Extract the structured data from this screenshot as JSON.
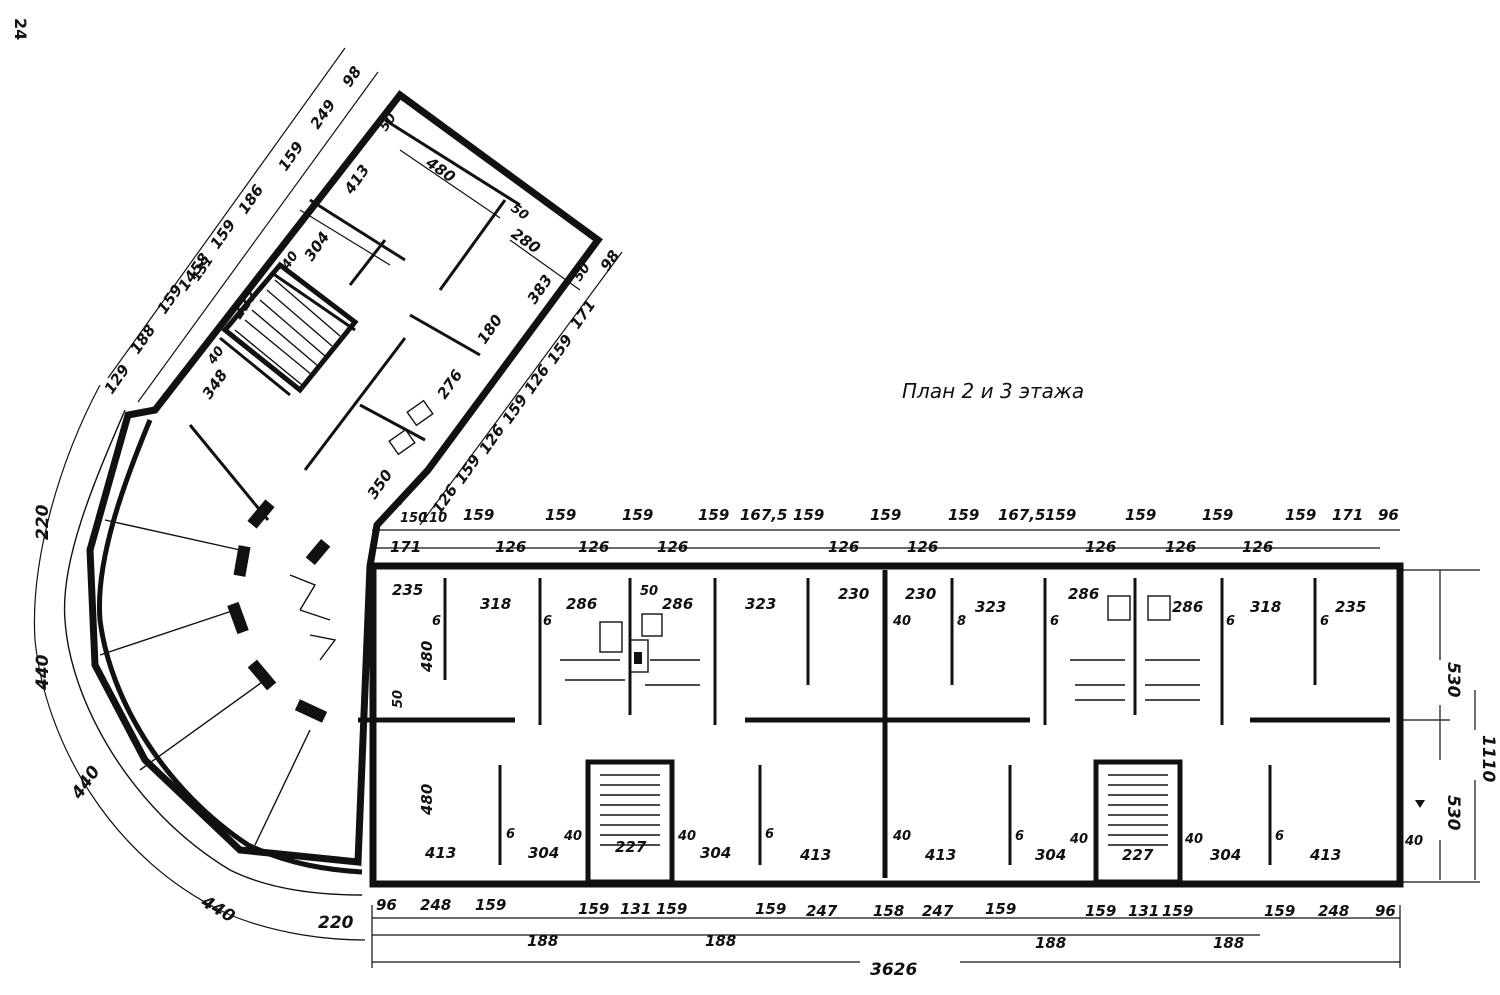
{
  "page_number": "24",
  "title": "План 2 и 3 этажа",
  "total_length": "3626",
  "total_width": "1110",
  "top_dims": {
    "outer": [
      "159",
      "159",
      "159",
      "159",
      "167,5",
      "159",
      "159",
      "159",
      "167,5",
      "159",
      "159",
      "159",
      "159",
      "171",
      "96"
    ],
    "inner": [
      "150",
      "110",
      "171",
      "126",
      "126",
      "126",
      "126",
      "126",
      "126",
      "126",
      "126"
    ]
  },
  "bottom_dims": {
    "outer": [
      "3626"
    ],
    "inner": [
      "96",
      "248",
      "159",
      "159",
      "131",
      "159",
      "159",
      "247",
      "158",
      "247",
      "159",
      "159",
      "131",
      "159",
      "159",
      "248",
      "96"
    ],
    "sub": [
      "188",
      "188",
      "188",
      "188"
    ]
  },
  "right_dims": [
    "530",
    "530",
    "1110"
  ],
  "room_dims": {
    "upper": [
      "235",
      "318",
      "286",
      "50",
      "286",
      "323",
      "230",
      "230",
      "323",
      "286",
      "286",
      "318",
      "235"
    ],
    "partitions": [
      "6",
      "6",
      "40",
      "8",
      "6",
      "6",
      "6"
    ],
    "heights": [
      "480",
      "50",
      "480"
    ],
    "lower": [
      "413",
      "304",
      "40",
      "227",
      "40",
      "304",
      "413",
      "40",
      "413",
      "304",
      "40",
      "227",
      "40",
      "304",
      "413",
      "40"
    ],
    "lower_partitions": [
      "6",
      "6",
      "6",
      "6"
    ]
  },
  "wing_dims": {
    "outer": [
      "1458",
      "186",
      "159",
      "249",
      "98",
      "159",
      "131",
      "159",
      "188",
      "129"
    ],
    "inner": [
      "50",
      "480",
      "413",
      "50",
      "280",
      "304",
      "40",
      "227",
      "40",
      "348",
      "383",
      "50",
      "98",
      "180",
      "171",
      "159",
      "126",
      "276",
      "159",
      "126",
      "159",
      "126",
      "350"
    ]
  },
  "arc_dims": [
    "220",
    "440",
    "440",
    "440",
    "220"
  ]
}
